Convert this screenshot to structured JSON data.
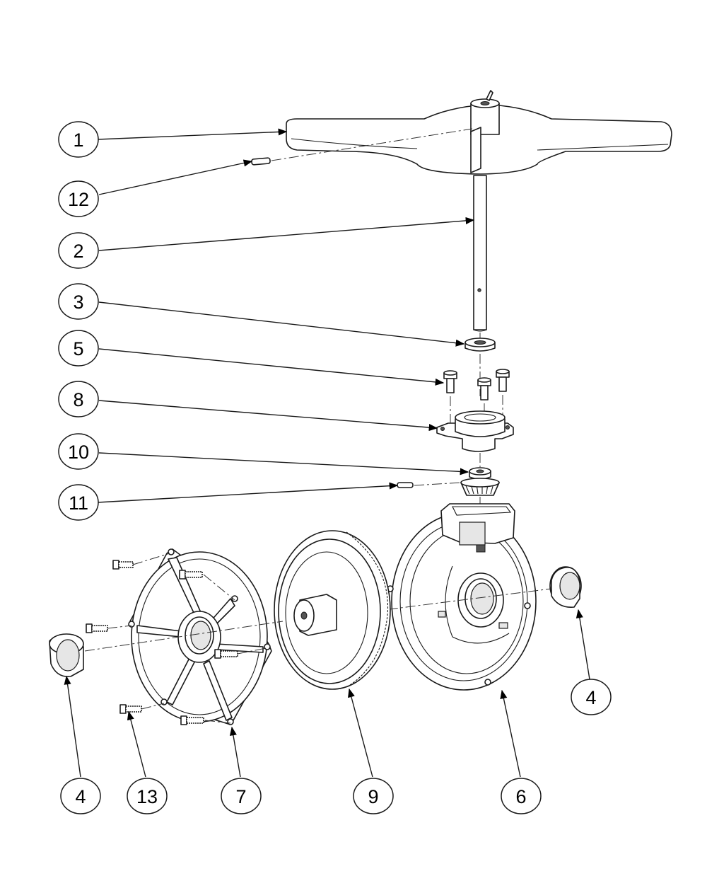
{
  "callouts": [
    {
      "id": "c1",
      "label": "1"
    },
    {
      "id": "c12",
      "label": "12"
    },
    {
      "id": "c2",
      "label": "2"
    },
    {
      "id": "c3",
      "label": "3"
    },
    {
      "id": "c5",
      "label": "5"
    },
    {
      "id": "c8",
      "label": "8"
    },
    {
      "id": "c10",
      "label": "10"
    },
    {
      "id": "c11",
      "label": "11"
    },
    {
      "id": "c4-right",
      "label": "4"
    },
    {
      "id": "c4-left",
      "label": "4"
    },
    {
      "id": "c13",
      "label": "13"
    },
    {
      "id": "c7",
      "label": "7"
    },
    {
      "id": "c9",
      "label": "9"
    },
    {
      "id": "c6",
      "label": "6"
    }
  ]
}
